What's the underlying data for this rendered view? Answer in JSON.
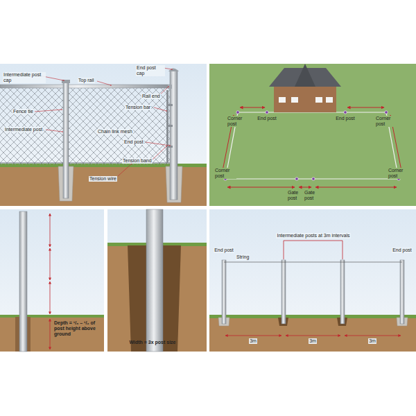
{
  "diagram": {
    "labels": [
      "Intermediate post cap",
      "Top rail",
      "End post cap",
      "Rail end",
      "Fence tie",
      "Tension bar",
      "Intermediate post",
      "Chain link mesh",
      "End post",
      "Tension band",
      "Tension wire",
      "Corner post",
      "End post",
      "End post",
      "Corner post",
      "Corner post",
      "Gate post",
      "Gate post",
      "Corner post",
      "Depth = ¹/₃ – ¹/₂ of post height above ground",
      "Width = 3x post size",
      "Intermediate posts at 3m intervals",
      "End post",
      "End post",
      "String",
      "3m",
      "3m",
      "3m"
    ]
  }
}
